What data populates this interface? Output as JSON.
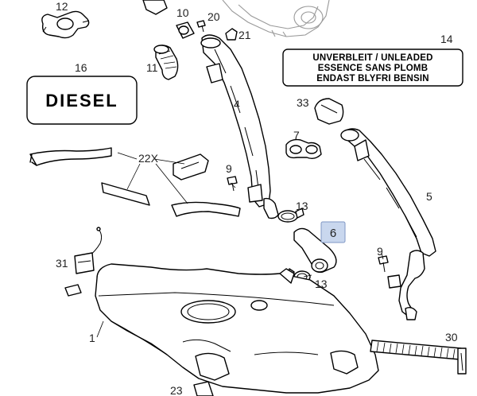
{
  "diagram": {
    "callouts": {
      "p1": "1",
      "p4": "4",
      "p5": "5",
      "p6": "6",
      "p7": "7",
      "p9a": "9",
      "p9b": "9",
      "p10": "10",
      "p11": "11",
      "p12": "12",
      "p13a": "13",
      "p13b": "13",
      "p14": "14",
      "p16": "16",
      "p20": "20",
      "p21": "21",
      "p22x": "22X",
      "p23": "23",
      "p30": "30",
      "p31": "31",
      "p33": "33"
    },
    "fuel_label": {
      "line1": "UNVERBLEIT / UNLEADED",
      "line2": "ESSENCE SANS PLOMB",
      "line3": "ENDAST BLYFRI BENSIN"
    },
    "diesel_badge": "DIESEL",
    "highlight_color": "#c9d7ee"
  }
}
